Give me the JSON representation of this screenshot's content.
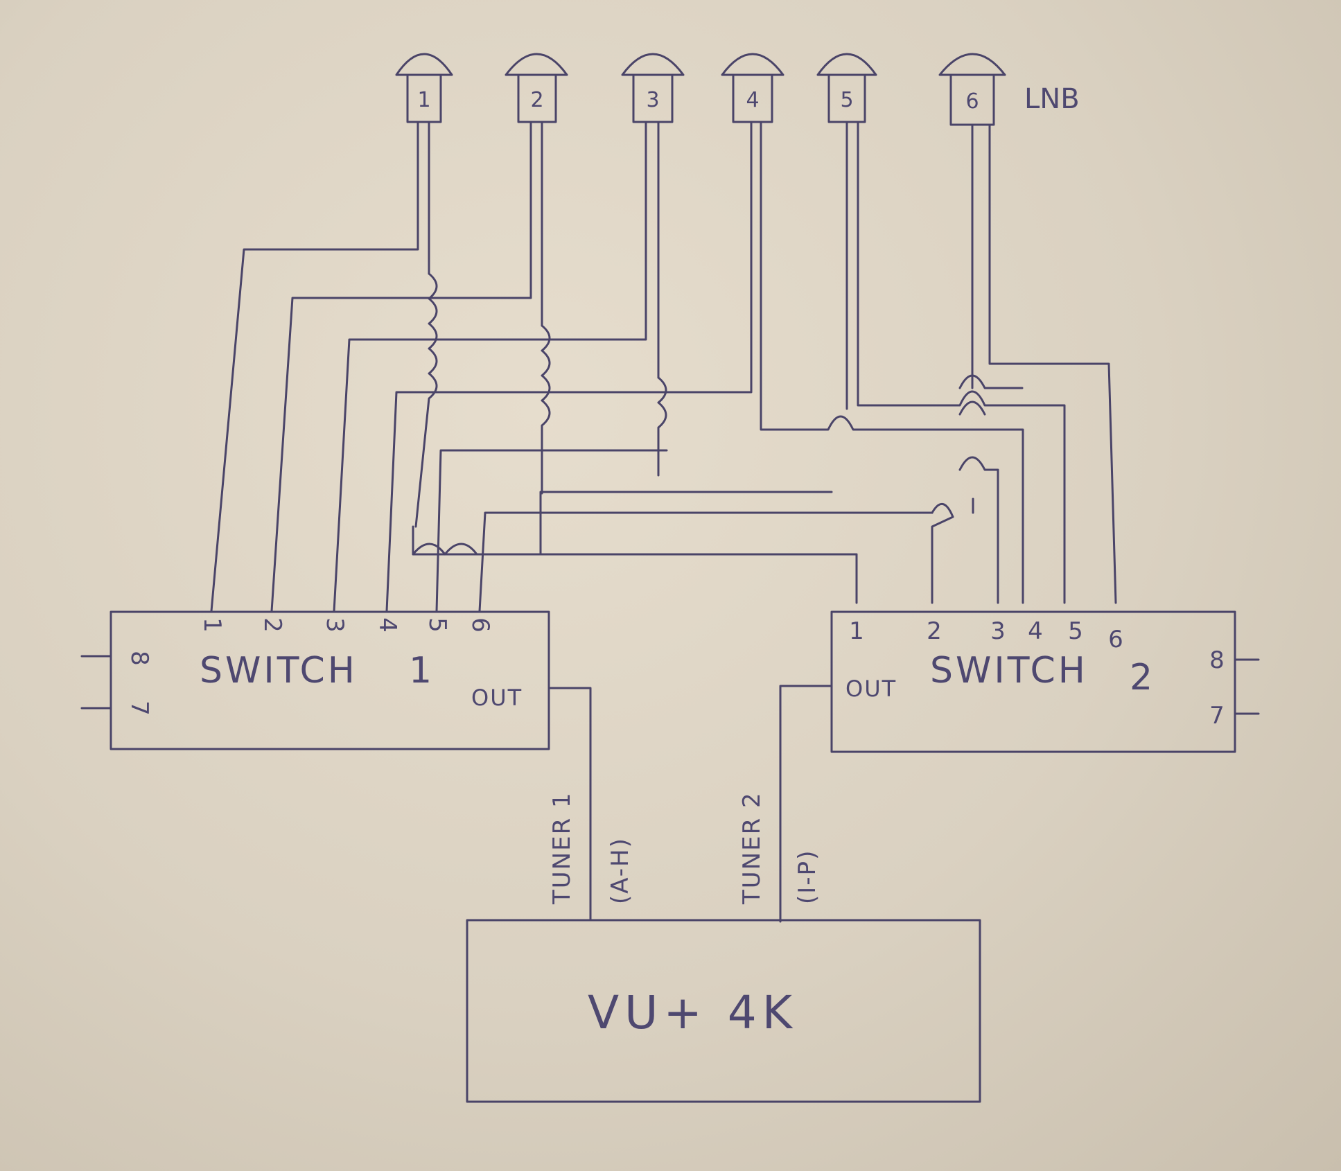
{
  "lnbs": {
    "label": "LNB",
    "items": [
      "1",
      "2",
      "3",
      "4",
      "5",
      "6"
    ]
  },
  "switch1": {
    "title": "SWITCH",
    "number": "1",
    "ports_top": [
      "1",
      "2",
      "3",
      "4",
      "5",
      "6"
    ],
    "ports_side": [
      "8",
      "7"
    ],
    "out": "OUT"
  },
  "switch2": {
    "title": "SWITCH",
    "number": "2",
    "ports_top": [
      "1",
      "2",
      "3",
      "4",
      "5",
      "6"
    ],
    "ports_side": [
      "8",
      "7"
    ],
    "out": "OUT"
  },
  "tuner1": {
    "label": "TUNER 1",
    "range": "(A-H)"
  },
  "tuner2": {
    "label": "TUNER 2",
    "range": "(I-P)"
  },
  "receiver": {
    "label": "VU+ 4K"
  },
  "colors": {
    "ink": "#4a4468",
    "paper": "#e0d7c7"
  }
}
